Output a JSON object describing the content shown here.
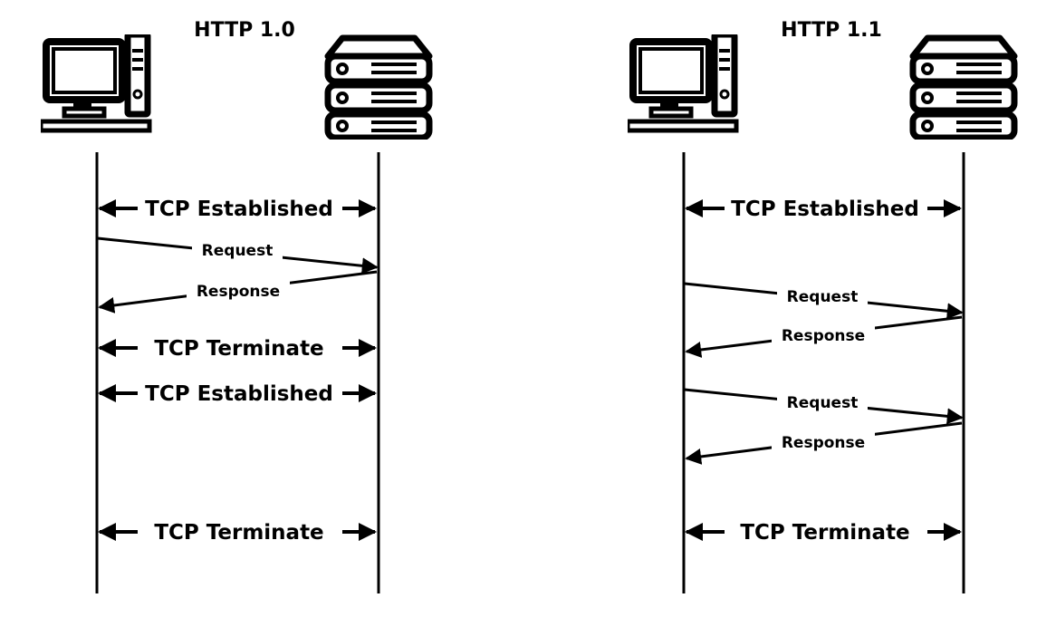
{
  "panels": [
    {
      "title": "HTTP 1.0",
      "client_icon": "desktop-computer-icon",
      "server_icon": "server-rack-icon",
      "events": [
        {
          "kind": "tcp",
          "label": "TCP Established"
        },
        {
          "kind": "request",
          "label": "Request"
        },
        {
          "kind": "response",
          "label": "Response"
        },
        {
          "kind": "tcp",
          "label": "TCP Terminate"
        },
        {
          "kind": "tcp",
          "label": "TCP Established"
        },
        {
          "kind": "tcp",
          "label": "TCP Terminate"
        }
      ]
    },
    {
      "title": "HTTP 1.1",
      "client_icon": "desktop-computer-icon",
      "server_icon": "server-rack-icon",
      "events": [
        {
          "kind": "tcp",
          "label": "TCP Established"
        },
        {
          "kind": "request",
          "label": "Request"
        },
        {
          "kind": "response",
          "label": "Response"
        },
        {
          "kind": "request",
          "label": "Request"
        },
        {
          "kind": "response",
          "label": "Response"
        },
        {
          "kind": "tcp",
          "label": "TCP Terminate"
        }
      ]
    }
  ],
  "colors": {
    "line": "#000000",
    "background": "#ffffff"
  }
}
